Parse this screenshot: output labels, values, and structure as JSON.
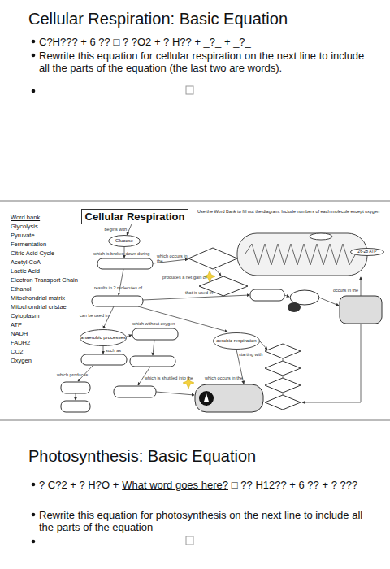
{
  "diagram": {
    "title": "Cellular Respiration: Basic Equation",
    "nodes": [
      {
        "text": [
          "Cellular Respiration"
        ]
      },
      {
        "text": [
          "Glucose"
        ]
      },
      {
        "text": [
          "26-28 ATP"
        ]
      },
      {
        "text": [
          "anaerobic processes"
        ]
      },
      {
        "text": [
          "aerobic respiration"
        ]
      }
    ],
    "edges": [
      {
        "from": 0,
        "to": 1,
        "label": "begins with",
        "arrow": "to"
      }
    ],
    "labels": [
      "C?H??? + 6 ?? □ ? ?O2 + ? H?? + _?_ + _?_",
      "Rewrite this equation for cellular respiration on the next line to include all the parts of the equation (the last two are words).",
      "Use the Word Bank to fill out the diagram. Include numbers of each molecule except oxygen",
      "Word bank",
      "Glycolysis",
      "Pyruvate",
      "Fermentation",
      "Citric Acid Cycle",
      "Acetyl CoA",
      "Lactic Acid",
      "Electron Transport Chain",
      "Ethanol",
      "Mitochondrial matrix",
      "Mitochondrial cristae",
      "Cytoplasm",
      "ATP",
      "NADH",
      "FADH2",
      "CO2",
      "Oxygen",
      "which is broken down during",
      "which occurs in the",
      "produces a net gain of",
      "results in 2 molecules of",
      "can be used in",
      "that is used in",
      "which without oxygen",
      "such as",
      "which produces",
      "which is shuttled into the",
      "which occurs in the",
      "starting with",
      "occurs in the",
      "Photosynthesis: Basic Equation",
      "? C?2 + ? H?O +",
      "What word goes here?",
      "□ ?? H12?? + 6 ?? + ? ???",
      "Rewrite this equation for photosynthesis on the next line to include all the parts of the equation"
    ]
  }
}
